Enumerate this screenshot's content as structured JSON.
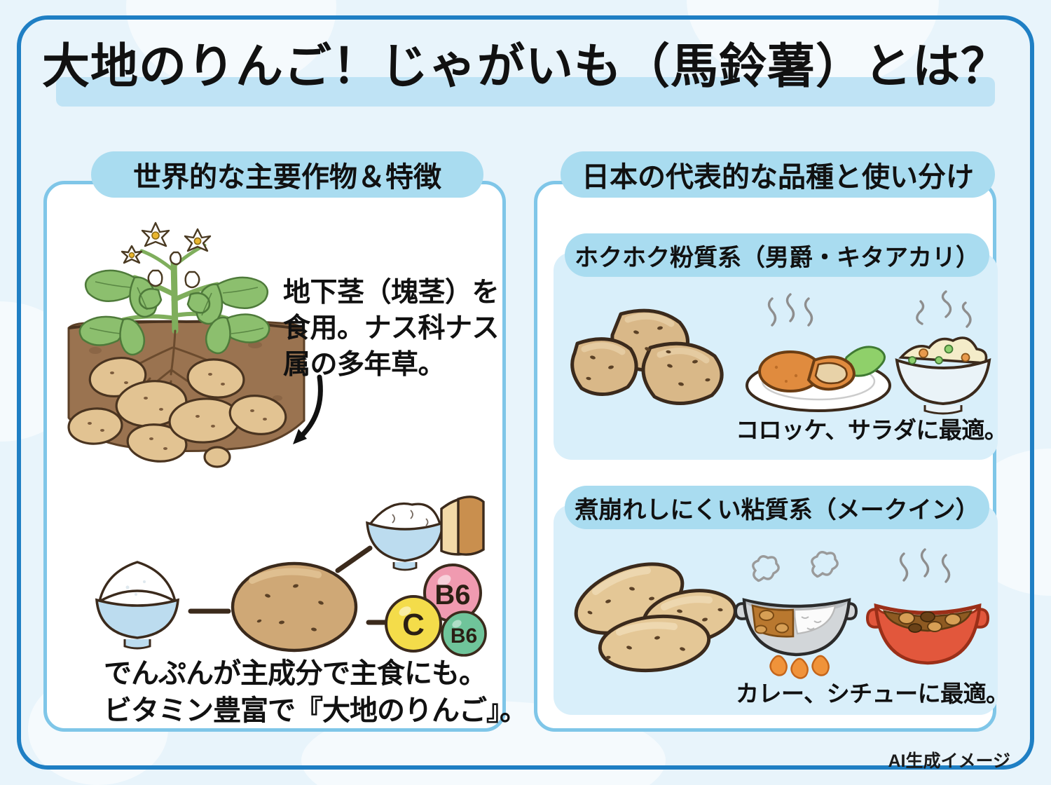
{
  "title": "大地のりんご！じゃがいも（馬鈴薯）とは？",
  "watermark": "AI生成イメージ",
  "colors": {
    "background": "#e8f4fb",
    "frame_border": "#1f7fc4",
    "card_border": "#7fc6e8",
    "pill_fill": "#a9dcf0",
    "subblock_fill": "#d9effa",
    "title_highlight": "#bfe3f5",
    "text": "#111111",
    "potato_body": "#d9b888",
    "potato_outline": "#3b2a1c",
    "leaf_green": "#7fb069",
    "soil_brown": "#9a7350"
  },
  "left_panel": {
    "header": "世界的な主要作物＆特徴",
    "plant_note": "地下茎（塊茎）を\n食用。ナス科ナス\n属の多年草。",
    "caption": "でんぷんが主成分で主食にも。\nビタミン豊富で『大地のりんご』。",
    "illustrations": {
      "plant": "potato-plant-with-tubers-in-soil",
      "chain": "starch-bowl-to-potato-to-rice-bread-and-vitamins"
    },
    "vitamin_badges": [
      {
        "label": "C",
        "color": "#f4dc4a"
      },
      {
        "label": "B6",
        "color": "#f09ab0"
      },
      {
        "label": "B6",
        "color": "#6fc49a"
      }
    ]
  },
  "right_panel": {
    "header": "日本の代表的な品種と使い分け",
    "sections": [
      {
        "subheader": "ホクホク粉質系（男爵・キタアカリ）",
        "caption": "コロッケ、サラダに最適。",
        "potato_shape": "round",
        "dishes": [
          "croquettes-on-plate",
          "potato-salad-in-bowl"
        ]
      },
      {
        "subheader": "煮崩れしにくい粘質系（メークイン）",
        "caption": "カレー、シチューに最適。",
        "potato_shape": "oval",
        "dishes": [
          "curry-rice-in-pot-on-flame",
          "stew-in-red-pot"
        ]
      }
    ]
  }
}
